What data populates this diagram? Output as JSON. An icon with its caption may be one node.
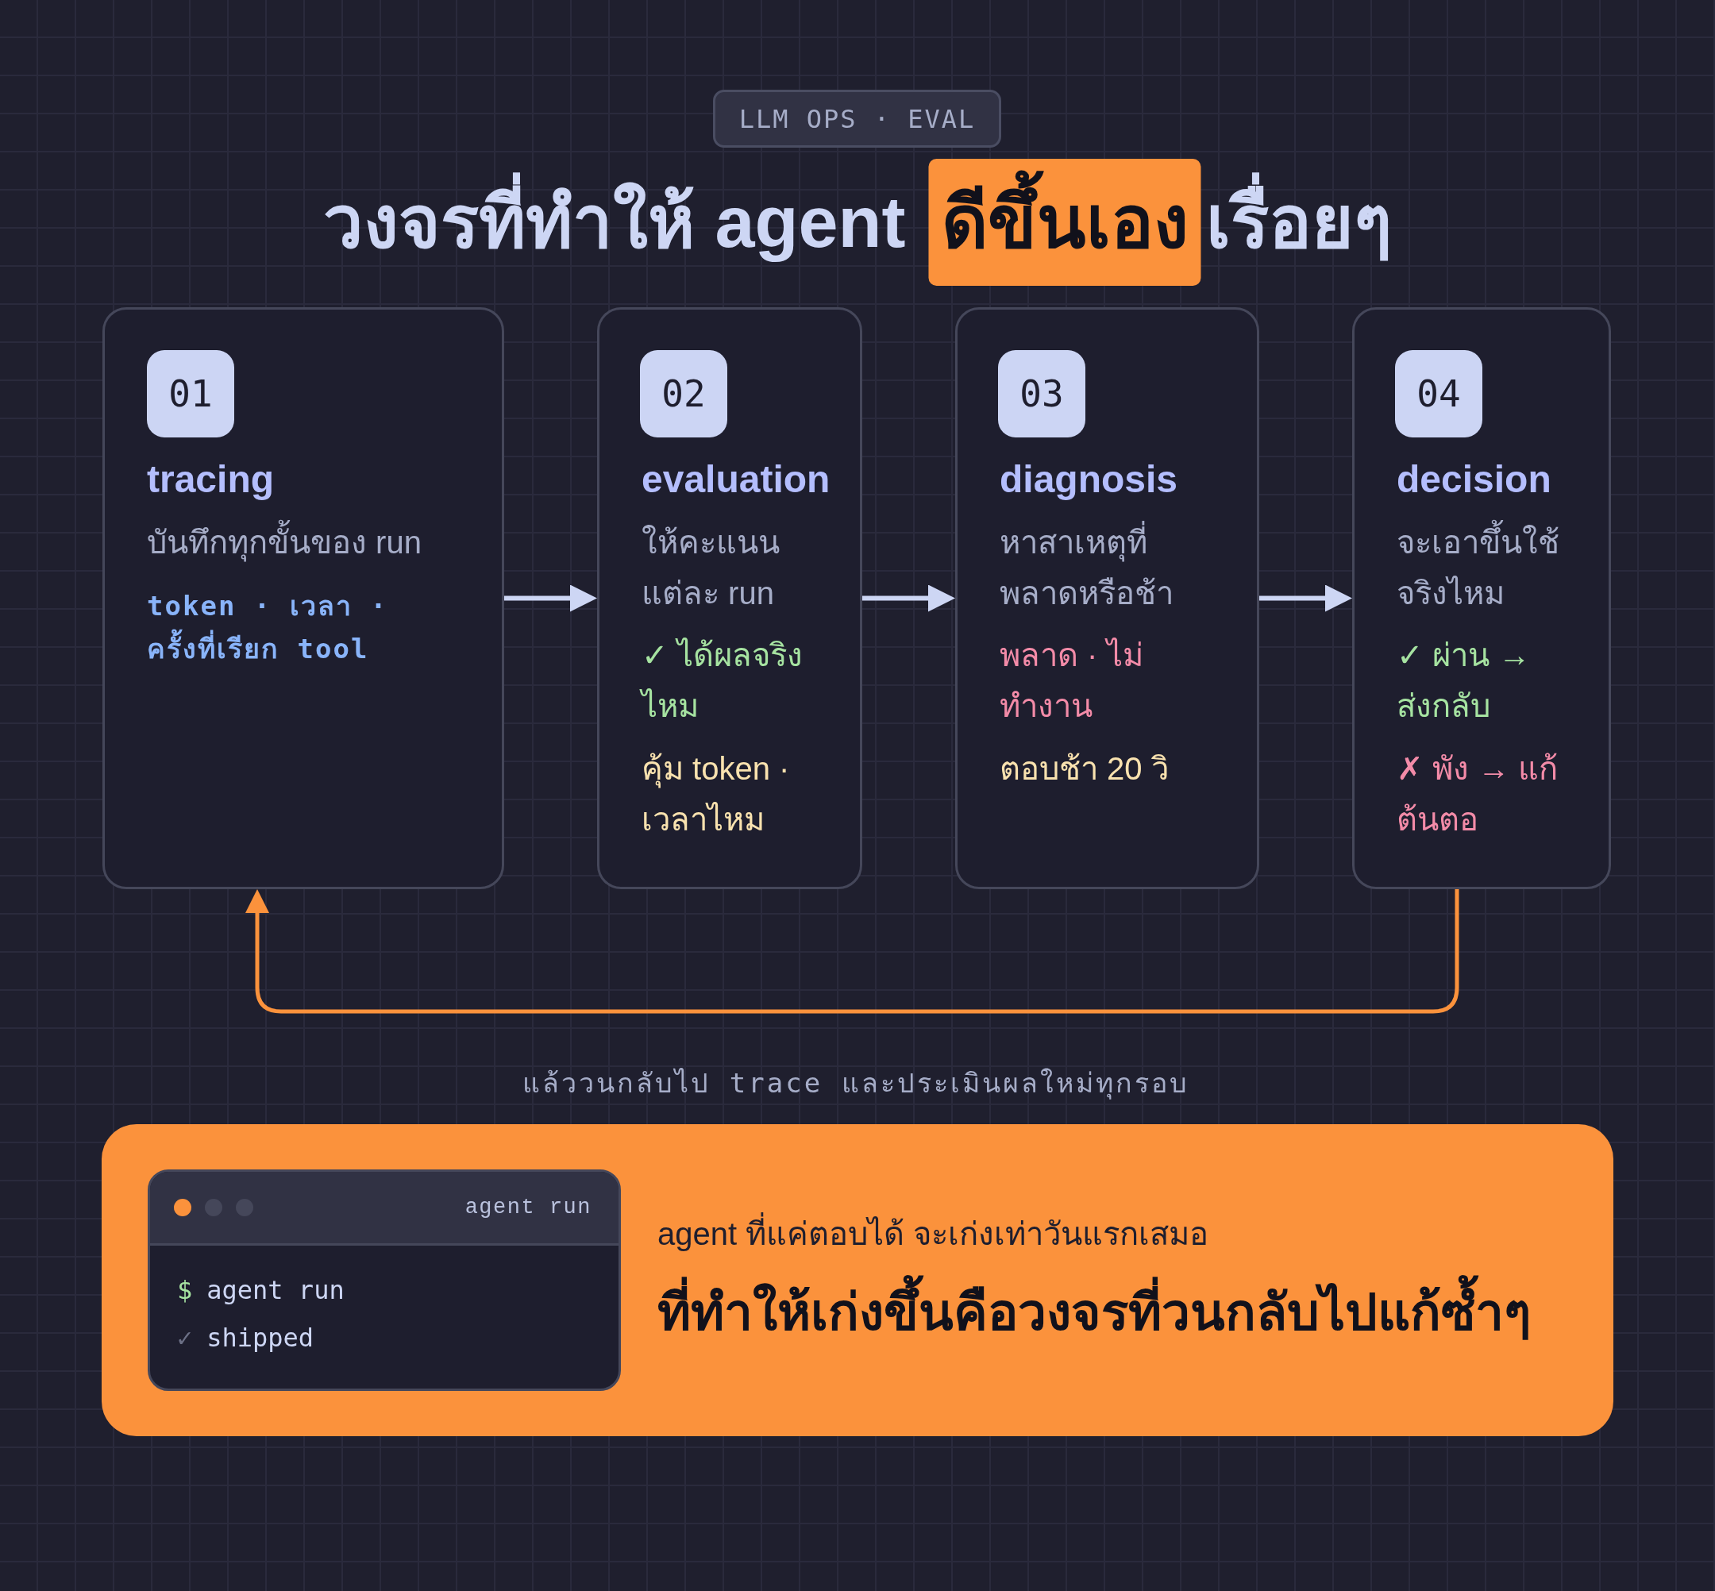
{
  "diagram": {
    "title": "วงจรที่ทำให้ agent **ดีขึ้นเอง**เรื่อยๆ",
    "nodes": [
      {
        "text": [
          "LLM OPS · EVAL"
        ]
      },
      {
        "text": [
          "tracing",
          "บันทึกทุกขั้นของ run",
          "token · เวลา · ครั้งที่เรียก tool"
        ]
      },
      {
        "text": [
          "01"
        ],
        "in": 1
      },
      {
        "text": [
          "evaluation",
          "ให้คะแนนแต่ละ run",
          "✓ ได้ผลจริงไหม",
          "คุ้ม token · เวลาไหม"
        ]
      },
      {
        "text": [
          "02"
        ],
        "in": 3
      },
      {
        "text": [
          "diagnosis",
          "หาสาเหตุที่พลาดหรือช้า",
          "พลาด · ไม่ทำงาน",
          "ตอบช้า 20 วิ"
        ]
      },
      {
        "text": [
          "03"
        ],
        "in": 5
      },
      {
        "text": [
          "decision",
          "จะเอาขึ้นใช้จริงไหม",
          "✓ ผ่าน → ส่งกลับ",
          "✗ พัง → แก้ต้นตอ"
        ]
      },
      {
        "text": [
          "04"
        ],
        "in": 7
      },
      {
        "text": [
          "agent ที่แค่ตอบได้ จะเก่งเท่าวันแรกเสมอ",
          "ที่ทำให้เก่งขึ้นคือวงจรที่วนกลับไปแก้ซ้ำๆ"
        ]
      },
      {
        "text": [
          "agent run",
          "$",
          "agent run",
          "✓",
          "shipped"
        ],
        "in": 9
      }
    ],
    "edges": [
      {
        "from": 1,
        "to": 3,
        "arrow": "to"
      },
      {
        "from": 3,
        "to": 5,
        "arrow": "to"
      },
      {
        "from": 5,
        "to": 7,
        "arrow": "to"
      },
      {
        "from": 7,
        "to": 1,
        "arrow": "to",
        "color": "#fb923c"
      }
    ],
    "labels": [
      "แล้ววนกลับไป trace และประเมินผลใหม่ทุกรอบ"
    ]
  }
}
